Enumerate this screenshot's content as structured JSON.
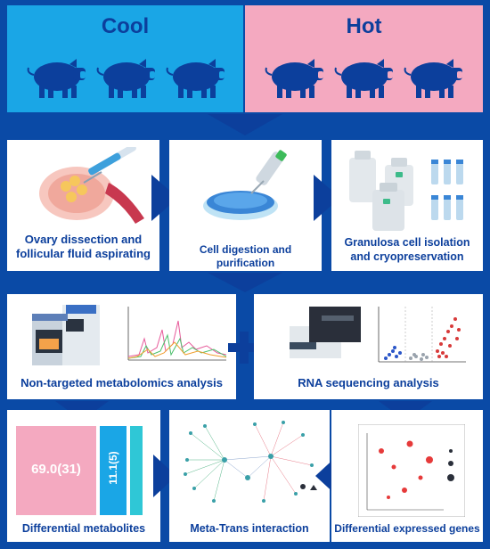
{
  "header": {
    "cool_title": "Cool",
    "hot_title": "Hot",
    "cool_color": "#1aa6e6",
    "hot_color": "#f4a9c0",
    "pig_color": "#0c3f9c"
  },
  "row1": {
    "step1_label": "Ovary dissection and follicular fluid aspirating",
    "step2_label": "Cell digestion and purification",
    "step3_label": "Granulosa cell isolation and cryopreservation"
  },
  "row2": {
    "left_label": "Non-targeted metabolomics analysis",
    "right_label": "RNA sequencing analysis",
    "plus_symbol": "+"
  },
  "row3": {
    "left_label": "Differential metabolites",
    "middle_label": "Meta-Trans interaction",
    "right_label": "Differential expressed genes",
    "bar_value_main": "69.0(31)",
    "bar_value_secondary": "11.1(5)"
  },
  "colors": {
    "frame": "#0a4aa6",
    "text": "#0c3f9c",
    "pink": "#f4a9c0",
    "cyan": "#1aa6e6",
    "teal": "#2fc7d6"
  }
}
